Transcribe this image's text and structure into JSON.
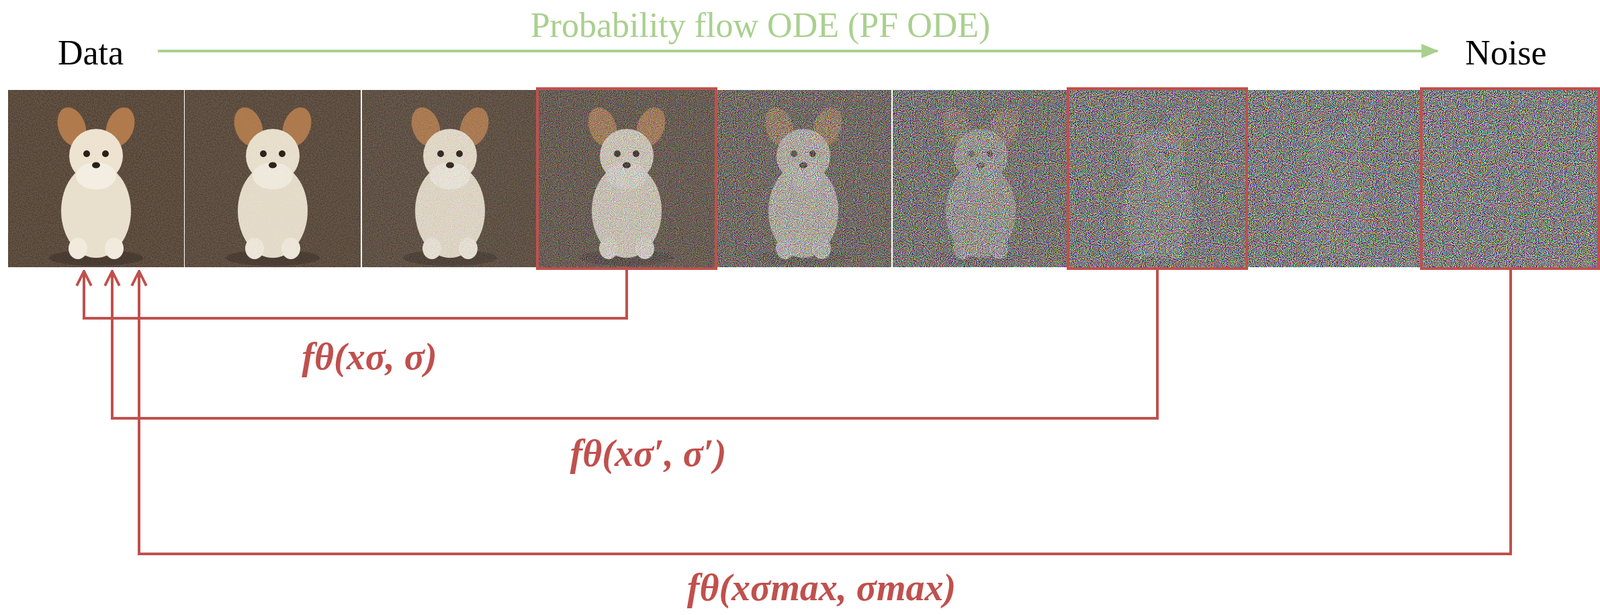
{
  "diagram": {
    "labels": [
      "Data",
      "Probability flow ODE (PF ODE)",
      "Noise",
      "fθ(xσ, σ)",
      "fθ(xσ′, σ′)",
      "fθ(xσmax, σmax)"
    ]
  }
}
